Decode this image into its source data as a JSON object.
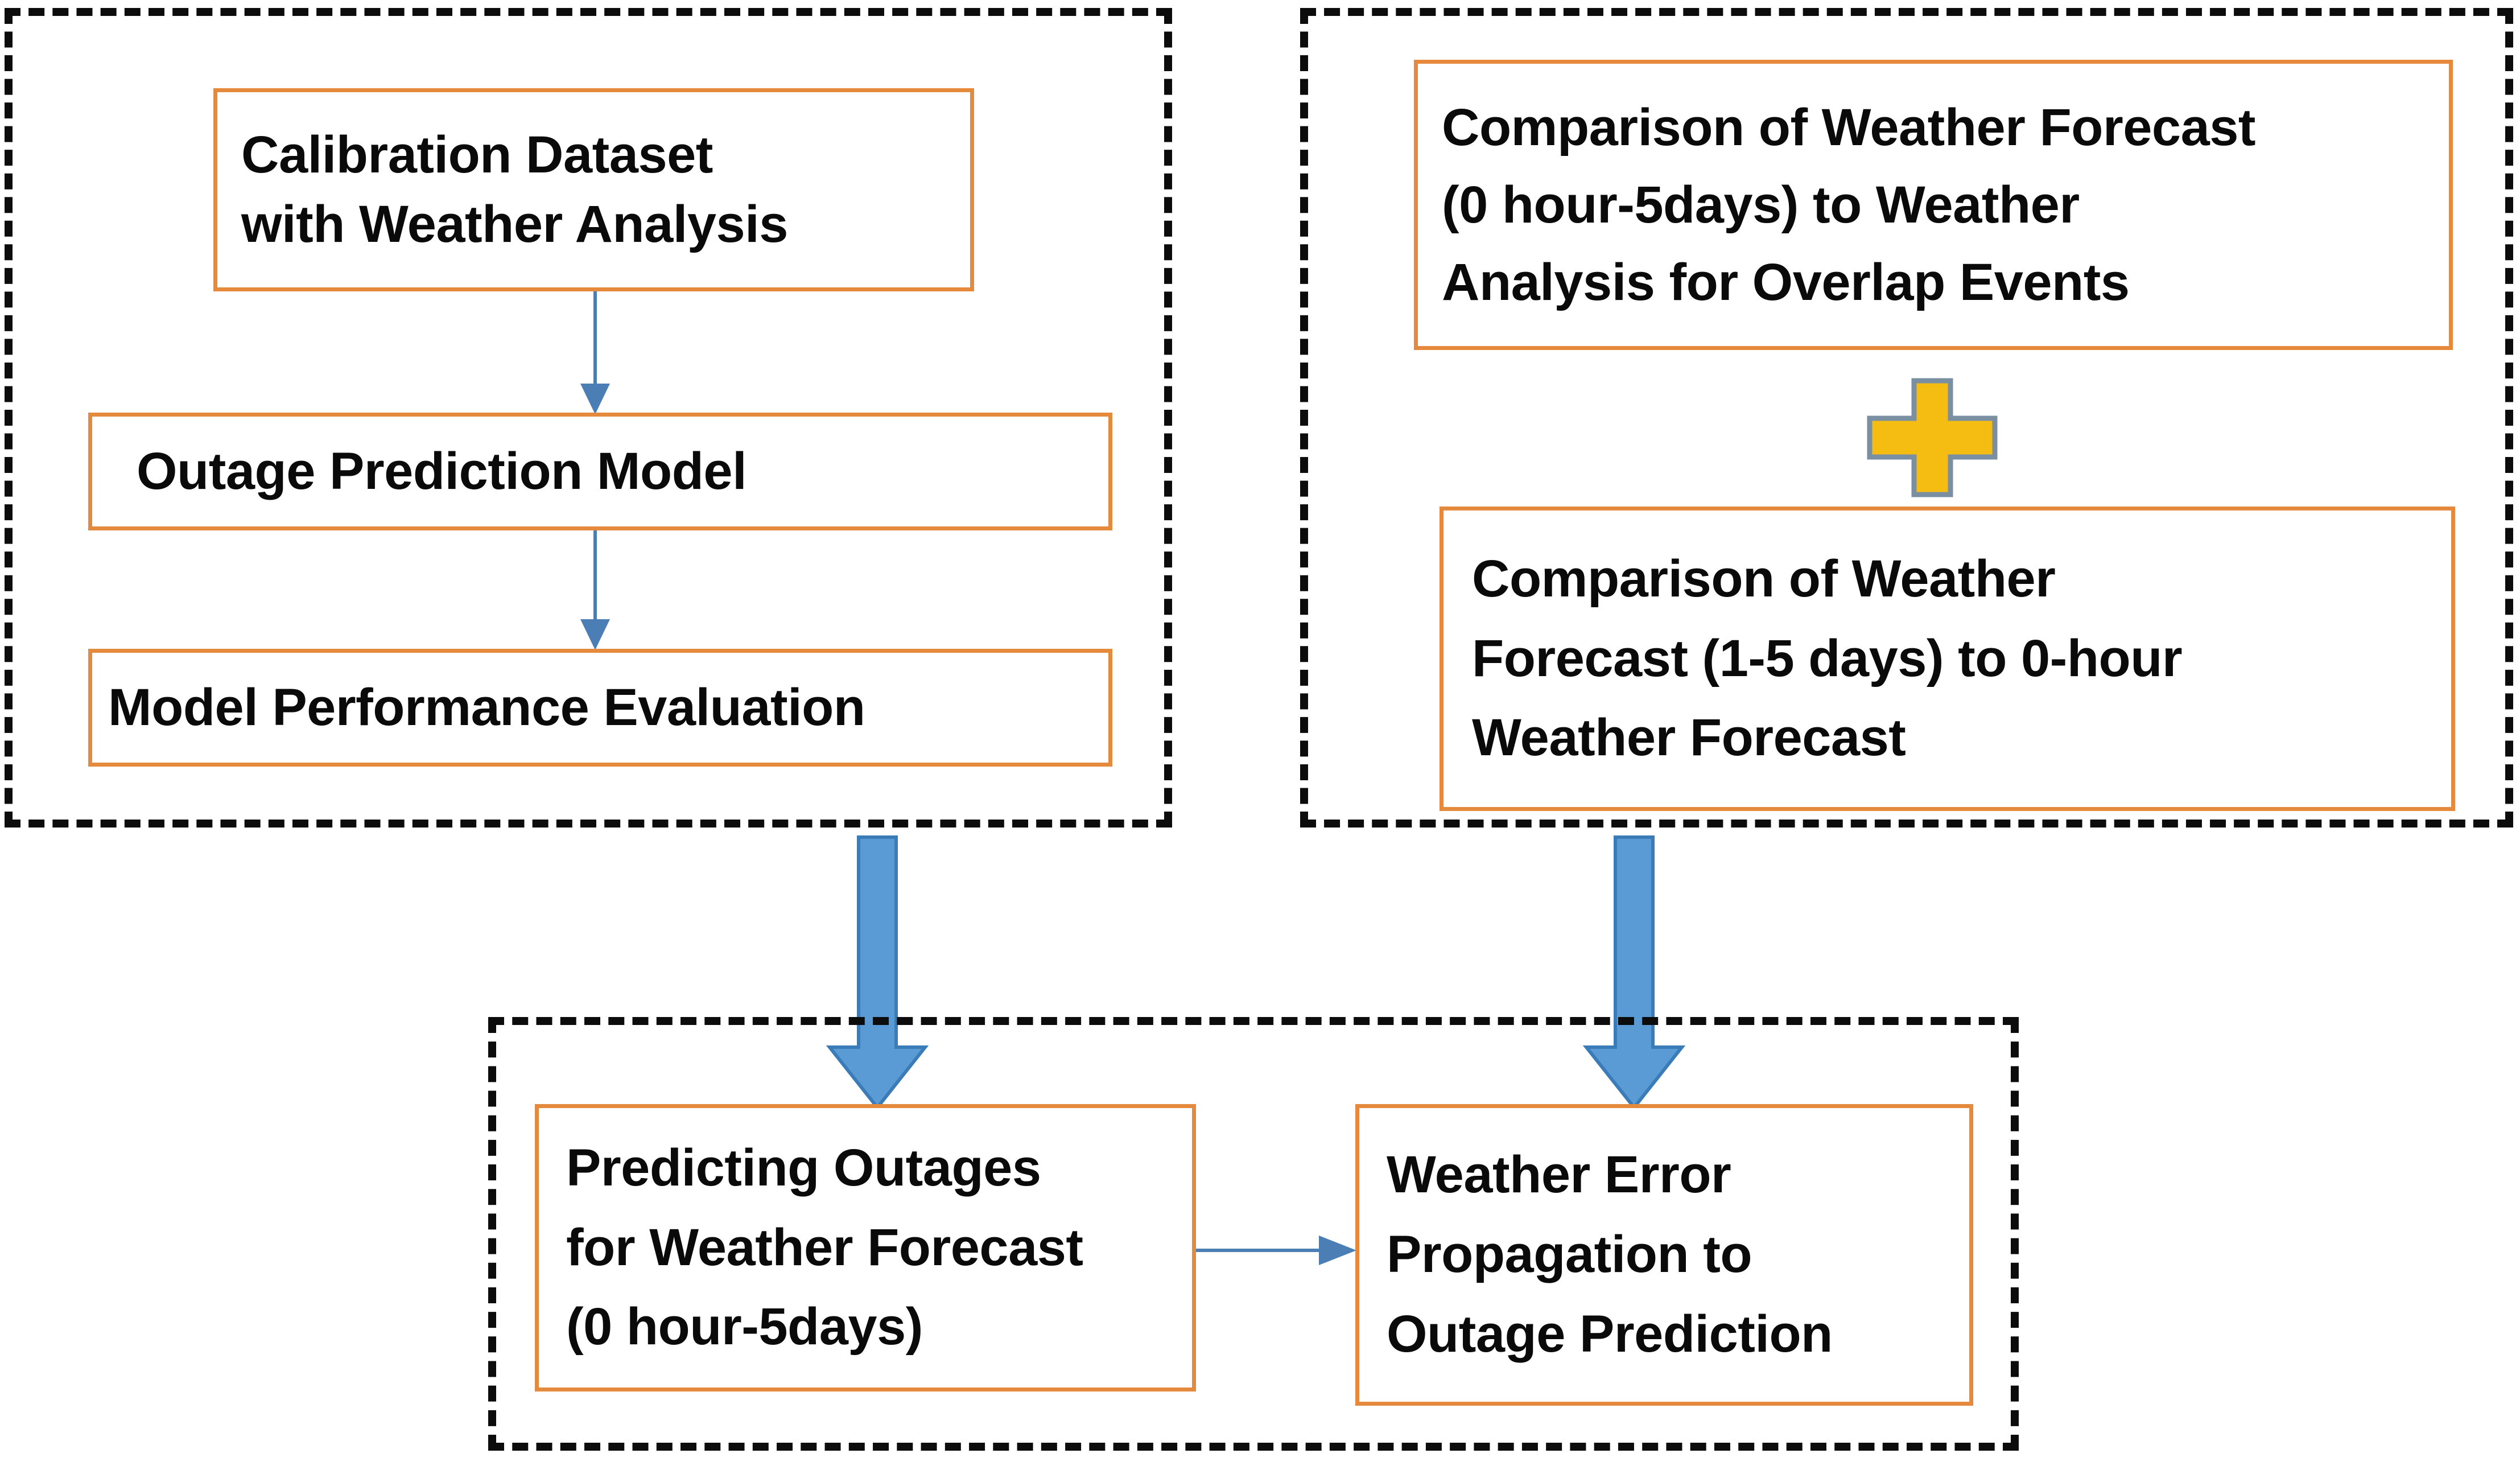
{
  "diagram": {
    "title_present": false,
    "colors": {
      "box_border": "#E58A3C",
      "panel_border": "#0C0C0C",
      "thin_arrow": "#4A7EB5",
      "thick_arrow_fill": "#5B9BD5",
      "thick_arrow_stroke": "#3A7CB8",
      "plus_fill": "#F5BC11",
      "plus_stroke": "#7B8FA3",
      "text": "#0A0A0A",
      "background": "#FFFFFF"
    },
    "panels": [
      {
        "id": "panel-calibration",
        "name": "calibration-panel"
      },
      {
        "id": "panel-weather-comparison",
        "name": "weather-comparison-panel"
      },
      {
        "id": "panel-forecast-outage",
        "name": "forecast-outage-panel"
      }
    ],
    "boxes": {
      "calibration_dataset": {
        "lines": [
          "Calibration Dataset",
          "with Weather Analysis"
        ]
      },
      "outage_prediction_model": {
        "lines": [
          "Outage Prediction Model"
        ]
      },
      "model_performance_evaluation": {
        "lines": [
          "Model Performance Evaluation"
        ]
      },
      "comparison_forecast_to_analysis": {
        "lines": [
          "Comparison of Weather Forecast",
          "(0 hour-5days) to Weather",
          "Analysis for Overlap Events"
        ]
      },
      "comparison_forecast_to_zero_hour": {
        "lines": [
          "Comparison of Weather",
          "Forecast (1-5 days) to 0-hour",
          "Weather Forecast"
        ]
      },
      "predicting_outages": {
        "lines": [
          "Predicting Outages",
          "for Weather Forecast",
          "(0 hour-5days)"
        ]
      },
      "weather_error_propagation": {
        "lines": [
          "Weather Error",
          "Propagation to",
          "Outage Prediction"
        ]
      }
    },
    "symbols": {
      "plus": "plus-sign"
    },
    "connectors": [
      {
        "name": "calibration-to-model",
        "type": "thin-down-arrow"
      },
      {
        "name": "model-to-evaluation",
        "type": "thin-down-arrow"
      },
      {
        "name": "left-panel-to-predicting-outages",
        "type": "thick-down-arrow"
      },
      {
        "name": "right-panel-to-weather-error",
        "type": "thick-down-arrow"
      },
      {
        "name": "predicting-outages-to-weather-error",
        "type": "thin-right-arrow"
      }
    ]
  }
}
